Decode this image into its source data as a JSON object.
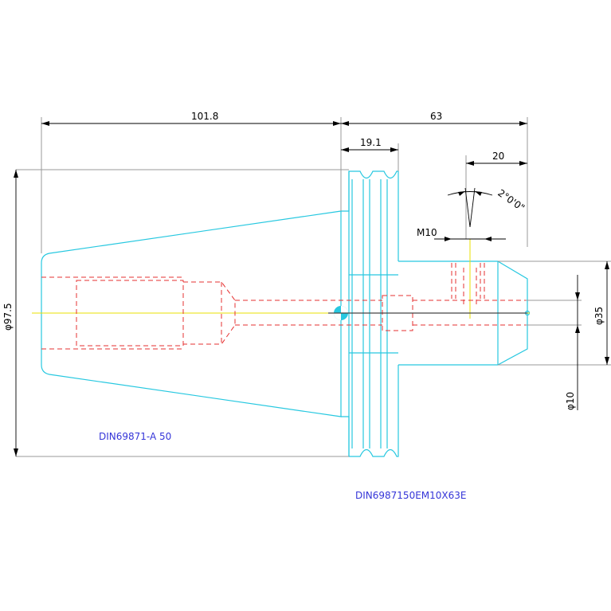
{
  "colors": {
    "background": "#ffffff",
    "outline": "#27c8e0",
    "hidden_lines": "#e63030",
    "centerline": "#e8e000",
    "dimension": "#000000",
    "note_text": "#3535d8"
  },
  "dimensions": {
    "taper_length": "101.8",
    "holder_length": "63",
    "flange_width": "19.1",
    "nose_length": "20",
    "angle": "2°0'0\"",
    "thread": "M10",
    "flange_diameter": "φ97.5",
    "nose_diameter": "φ35",
    "bore_diameter": "φ10"
  },
  "notes": {
    "taper_standard": "DIN69871-A 50",
    "part_number": "DIN6987150EM10X63E"
  }
}
